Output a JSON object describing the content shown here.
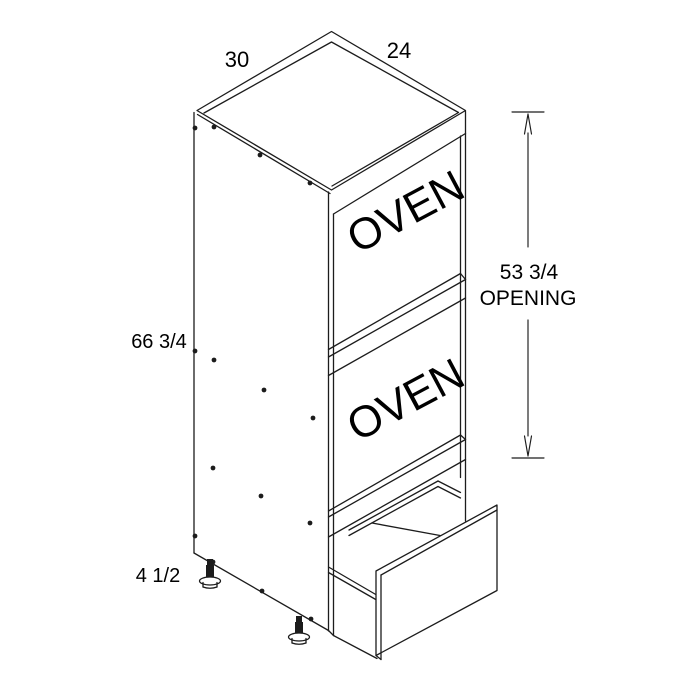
{
  "diagram": {
    "type": "cabinet-3d-spec-drawing",
    "labels": {
      "width": "30",
      "depth": "24",
      "height": "66 3/4",
      "opening_value": "53 3/4",
      "opening_word": "OPENING",
      "toe_kick": "4 1/2",
      "oven_top": "OVEN",
      "oven_bottom": "OVEN"
    },
    "colors": {
      "line": "#1c1c1c",
      "text": "#000000",
      "background": "#ffffff"
    }
  }
}
